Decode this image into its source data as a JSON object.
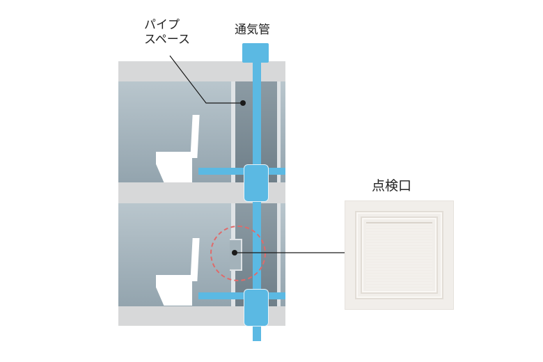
{
  "labels": {
    "pipe_space": "パイプ\nスペース",
    "vent_pipe": "通気管",
    "inspection_port": "点検口"
  },
  "colors": {
    "pipe": "#5bb9e3",
    "slab": "#d7d8d9",
    "room": "#a5b4bc",
    "shaft": "#7d8c96",
    "highlight_circle": "#e06a6a",
    "leader": "#1a1a1a"
  }
}
